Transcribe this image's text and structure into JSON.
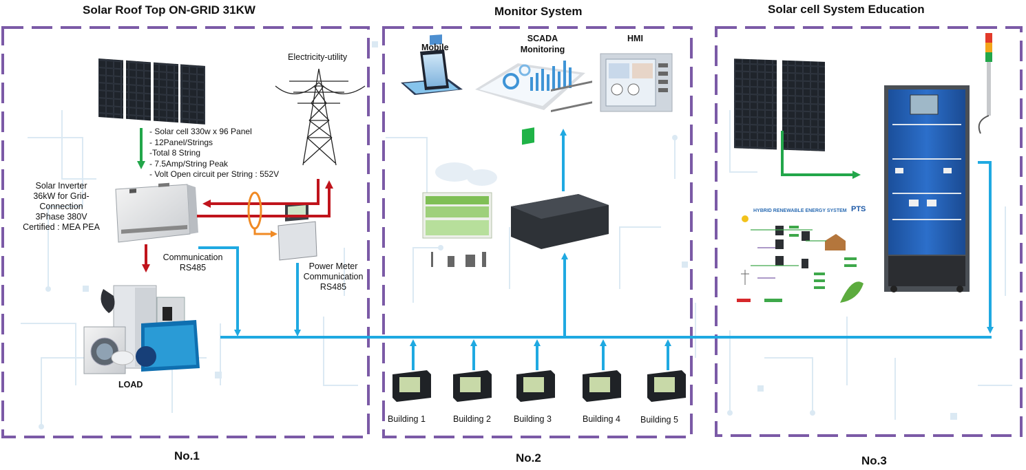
{
  "sections": [
    {
      "title": "Solar Roof Top  ON-GRID 31KW",
      "number": "No.1"
    },
    {
      "title": "Monitor System",
      "number": "No.2"
    },
    {
      "title": "Solar cell System Education",
      "number": "No.3"
    }
  ],
  "section1": {
    "utility_label": "Electricity-utility",
    "spec_lines": [
      "- Solar cell 330w x 96 Panel",
      "- 12Panel/Strings",
      "-Total 8 String",
      "- 7.5Amp/String Peak",
      "- Volt Open circuit per String : 552V"
    ],
    "inverter_lines": [
      "Solar Inverter",
      "36kW for Grid-",
      "Connection",
      "3Phase 380V",
      "Certified : MEA PEA"
    ],
    "comm_lines": [
      "Communication",
      "RS485"
    ],
    "meter_lines": [
      "Power Meter",
      "Communication",
      "RS485"
    ],
    "load_label": "LOAD"
  },
  "section2": {
    "mobile_label": "Mobile",
    "scada_lines": [
      "SCADA",
      "Monitoring"
    ],
    "hmi_label": "HMI",
    "buildings": [
      "Building 1",
      "Building 2",
      "Building 3",
      "Building 4",
      "Building 5"
    ]
  },
  "section3": {
    "poster_title": "HYBRID RENEWABLE ENERGY SYSTEM",
    "poster_brand": "PTS"
  },
  "colors": {
    "frame": "#7b5aa6",
    "bus": "#1fa9e1",
    "power": "#c0141c",
    "solar": "#22a64a",
    "meter_link": "#f08a24",
    "circuit": "#dbe9f3"
  }
}
